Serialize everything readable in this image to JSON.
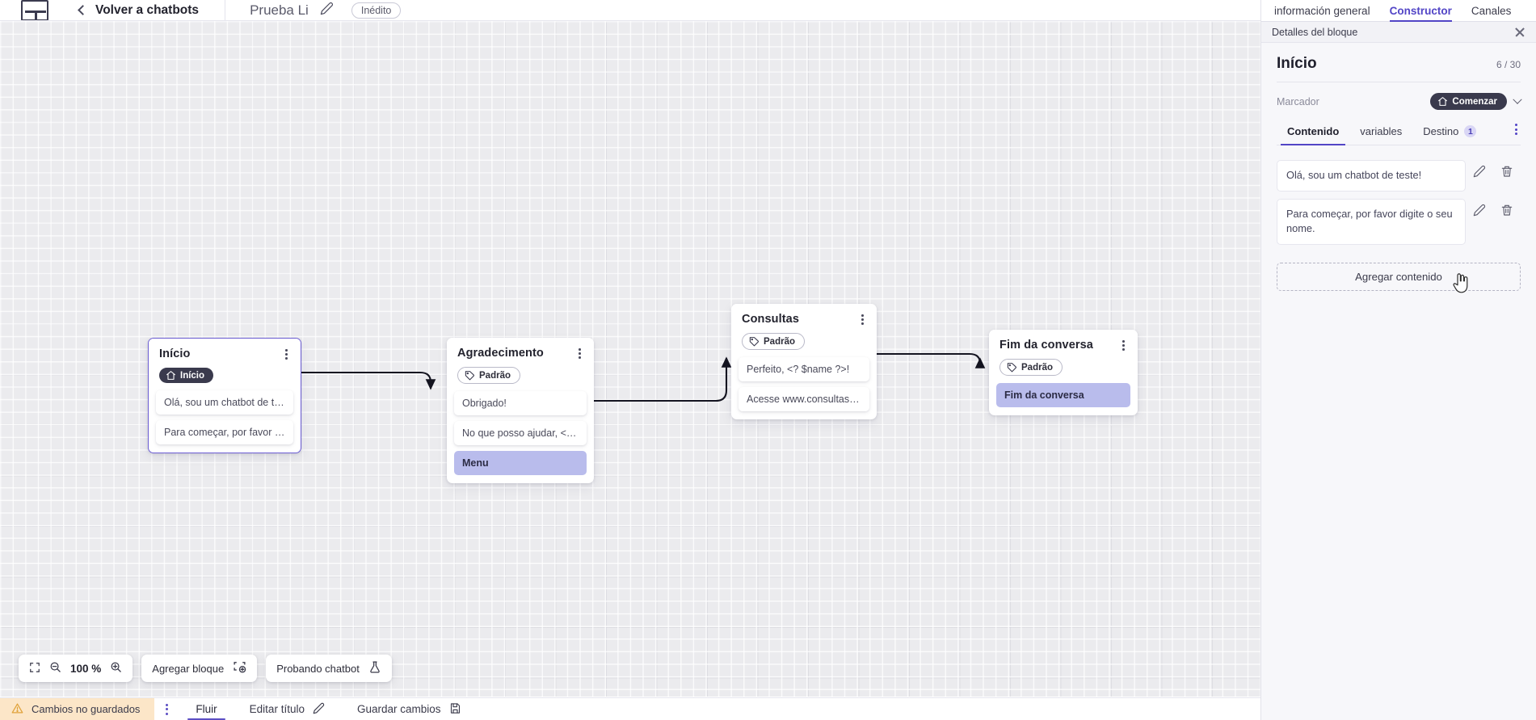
{
  "topbar": {
    "logo_icon": "app-logo-icon",
    "back_label": "Volver a chatbots",
    "back_icon": "chevron-left-icon",
    "bot_name": "Prueba Li",
    "edit_icon": "pencil-icon",
    "status_badge": "Inédito"
  },
  "canvas": {
    "zoom_level": "100 %",
    "fit_icon": "fit-screen-icon",
    "zoom_out_icon": "zoom-out-icon",
    "zoom_in_icon": "zoom-in-icon",
    "add_block_label": "Agregar bloque",
    "add_block_icon": "add-block-icon",
    "test_chatbot_label": "Probando chatbot",
    "test_chatbot_icon": "flask-icon"
  },
  "nodes": [
    {
      "id": "inicio",
      "title": "Início",
      "tag": "Início",
      "tag_style": "dark",
      "tag_icon": "home-icon",
      "selected": true,
      "messages": [
        {
          "text": "Olá, sou um chatbot de teste!",
          "style": "msg"
        },
        {
          "text": "Para começar, por favor digite o ...",
          "style": "msg"
        }
      ]
    },
    {
      "id": "agradecimento",
      "title": "Agradecimento",
      "tag": "Padrão",
      "tag_style": "outline",
      "tag_icon": "tag-icon",
      "selected": false,
      "messages": [
        {
          "text": "Obrigado!",
          "style": "msg"
        },
        {
          "text": "No que posso ajudar, <? $name ...",
          "style": "msg"
        },
        {
          "text": "Menu",
          "style": "btn"
        }
      ]
    },
    {
      "id": "consultas",
      "title": "Consultas",
      "tag": "Padrão",
      "tag_style": "outline",
      "tag_icon": "tag-icon",
      "selected": false,
      "messages": [
        {
          "text": "Perfeito, <? $name ?>!",
          "style": "msg"
        },
        {
          "text": "Acesse www.consultas.com par...",
          "style": "msg"
        }
      ]
    },
    {
      "id": "fim",
      "title": "Fim da conversa",
      "tag": "Padrão",
      "tag_style": "outline",
      "tag_icon": "tag-icon",
      "selected": false,
      "messages": [
        {
          "text": "Fim da conversa",
          "style": "btn"
        }
      ]
    }
  ],
  "statusbar": {
    "unsaved_label": "Cambios no guardados",
    "warning_icon": "warning-triangle-icon",
    "kebab_icon": "more-vertical-icon",
    "flow_label": "Fluir",
    "edit_title_label": "Editar título",
    "edit_title_icon": "pencil-icon",
    "save_label": "Guardar cambios",
    "save_icon": "save-disk-icon"
  },
  "panel": {
    "tabs": [
      {
        "label": "información general",
        "active": false
      },
      {
        "label": "Constructor",
        "active": true
      },
      {
        "label": "Canales",
        "active": false
      }
    ],
    "header_title": "Detalles del bloque",
    "close_icon": "close-icon",
    "block_title": "Início",
    "counter": "6 / 30",
    "marker_label": "Marcador",
    "marker_value": "Comenzar",
    "marker_icon": "home-icon",
    "marker_chevron_icon": "chevron-down-icon",
    "content_tabs": [
      {
        "label": "Contenido",
        "active": true,
        "badge": ""
      },
      {
        "label": "variables",
        "active": false,
        "badge": ""
      },
      {
        "label": "Destino",
        "active": false,
        "badge": "1"
      }
    ],
    "tabs_kebab_icon": "more-vertical-icon",
    "content_items": [
      {
        "text": "Olá, sou um chatbot de teste!",
        "edit_icon": "pencil-icon",
        "delete_icon": "trash-icon"
      },
      {
        "text": "Para começar, por favor digite o seu nome.",
        "edit_icon": "pencil-icon",
        "delete_icon": "trash-icon"
      }
    ],
    "add_content_label": "Agregar contenido"
  },
  "colors": {
    "accent": "#5245c6",
    "canvas_bg": "#ebebee",
    "tag_dark": "#3a3a4d",
    "button_msg": "#b9bcec",
    "unsaved_bg": "#fce6c8"
  }
}
